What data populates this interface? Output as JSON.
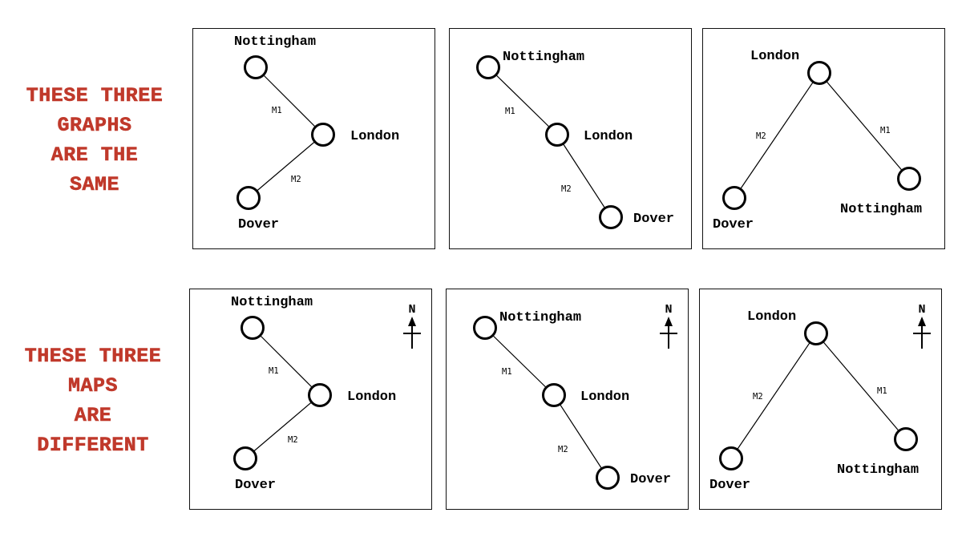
{
  "captions": {
    "graphs": [
      "THESE THREE",
      "GRAPHS",
      "ARE THE",
      "SAME"
    ],
    "maps": [
      "THESE THREE",
      "MAPS",
      "ARE",
      "DIFFERENT"
    ]
  },
  "north_label": "N",
  "colors": {
    "caption": "#c0392b",
    "ink": "#000000"
  },
  "panels": [
    {
      "row": "graphs",
      "cities": [
        {
          "id": "nottingham",
          "label": "Nottingham"
        },
        {
          "id": "london",
          "label": "London"
        },
        {
          "id": "dover",
          "label": "Dover"
        }
      ],
      "roads": [
        {
          "label": "M1",
          "from": "nottingham",
          "to": "london"
        },
        {
          "label": "M2",
          "from": "london",
          "to": "dover"
        }
      ]
    },
    {
      "row": "graphs",
      "cities": [
        {
          "id": "nottingham",
          "label": "Nottingham"
        },
        {
          "id": "london",
          "label": "London"
        },
        {
          "id": "dover",
          "label": "Dover"
        }
      ],
      "roads": [
        {
          "label": "M1",
          "from": "nottingham",
          "to": "london"
        },
        {
          "label": "M2",
          "from": "london",
          "to": "dover"
        }
      ]
    },
    {
      "row": "graphs",
      "cities": [
        {
          "id": "london",
          "label": "London"
        },
        {
          "id": "dover",
          "label": "Dover"
        },
        {
          "id": "nottingham",
          "label": "Nottingham"
        }
      ],
      "roads": [
        {
          "label": "M2",
          "from": "london",
          "to": "dover"
        },
        {
          "label": "M1",
          "from": "london",
          "to": "nottingham"
        }
      ]
    },
    {
      "row": "maps",
      "cities": [
        {
          "id": "nottingham",
          "label": "Nottingham"
        },
        {
          "id": "london",
          "label": "London"
        },
        {
          "id": "dover",
          "label": "Dover"
        }
      ],
      "roads": [
        {
          "label": "M1",
          "from": "nottingham",
          "to": "london"
        },
        {
          "label": "M2",
          "from": "london",
          "to": "dover"
        }
      ]
    },
    {
      "row": "maps",
      "cities": [
        {
          "id": "nottingham",
          "label": "Nottingham"
        },
        {
          "id": "london",
          "label": "London"
        },
        {
          "id": "dover",
          "label": "Dover"
        }
      ],
      "roads": [
        {
          "label": "M1",
          "from": "nottingham",
          "to": "london"
        },
        {
          "label": "M2",
          "from": "london",
          "to": "dover"
        }
      ]
    },
    {
      "row": "maps",
      "cities": [
        {
          "id": "london",
          "label": "London"
        },
        {
          "id": "dover",
          "label": "Dover"
        },
        {
          "id": "nottingham",
          "label": "Nottingham"
        }
      ],
      "roads": [
        {
          "label": "M2",
          "from": "london",
          "to": "dover"
        },
        {
          "label": "M1",
          "from": "london",
          "to": "nottingham"
        }
      ]
    }
  ]
}
